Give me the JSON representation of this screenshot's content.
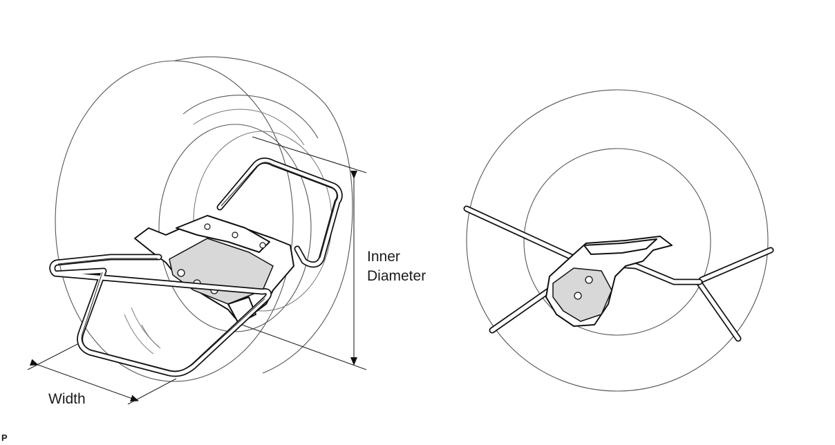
{
  "labels": {
    "inner_diameter_line1": "Inner",
    "inner_diameter_line2": "Diameter",
    "width": "Width",
    "corner_mark": "P"
  }
}
